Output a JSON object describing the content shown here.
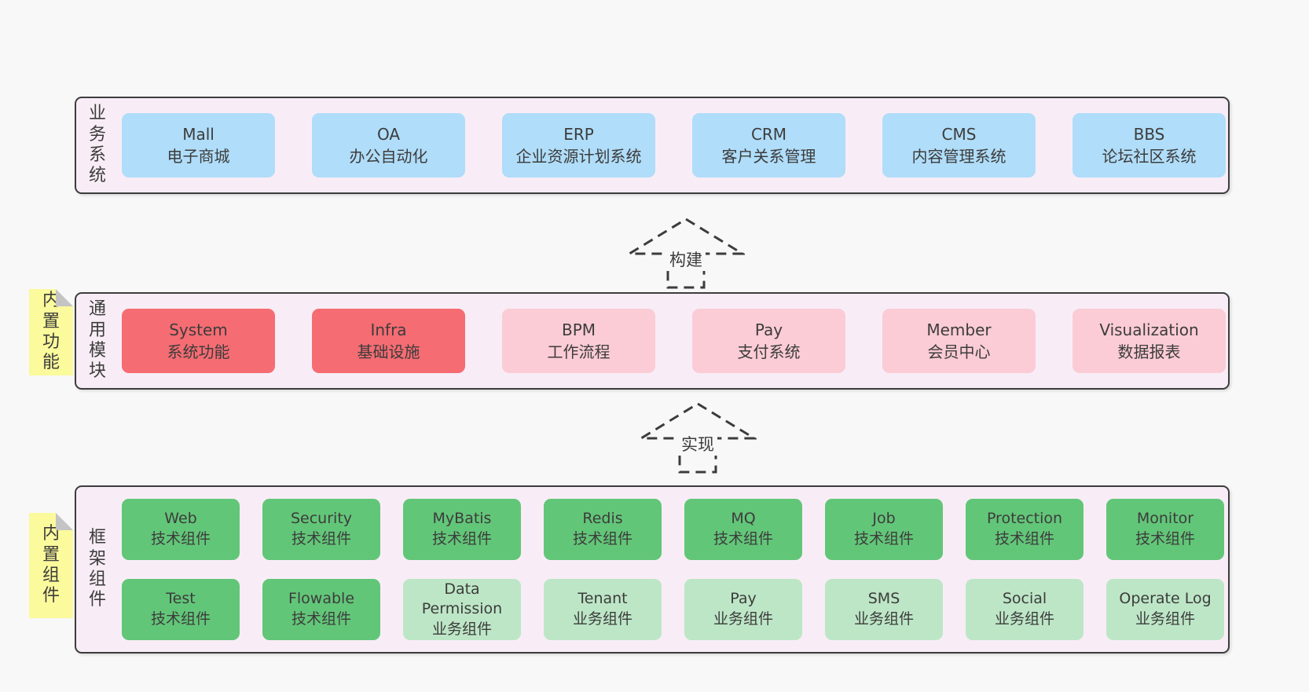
{
  "diagram": {
    "panels": [
      {
        "id": "business-systems",
        "label": "业务系统",
        "boxes": [
          {
            "title": "Mall",
            "subtitle": "电子商城",
            "variant": "blue"
          },
          {
            "title": "OA",
            "subtitle": "办公自动化",
            "variant": "blue"
          },
          {
            "title": "ERP",
            "subtitle": "企业资源计划系统",
            "variant": "blue"
          },
          {
            "title": "CRM",
            "subtitle": "客户关系管理",
            "variant": "blue"
          },
          {
            "title": "CMS",
            "subtitle": "内容管理系统",
            "variant": "blue"
          },
          {
            "title": "BBS",
            "subtitle": "论坛社区系统",
            "variant": "blue"
          }
        ]
      },
      {
        "id": "common-modules",
        "label": "通用模块",
        "sticky_note": "内置功能",
        "boxes": [
          {
            "title": "System",
            "subtitle": "系统功能",
            "variant": "red"
          },
          {
            "title": "Infra",
            "subtitle": "基础设施",
            "variant": "red"
          },
          {
            "title": "BPM",
            "subtitle": "工作流程",
            "variant": "pink"
          },
          {
            "title": "Pay",
            "subtitle": "支付系统",
            "variant": "pink"
          },
          {
            "title": "Member",
            "subtitle": "会员中心",
            "variant": "pink"
          },
          {
            "title": "Visualization",
            "subtitle": "数据报表",
            "variant": "pink"
          }
        ]
      },
      {
        "id": "framework-components",
        "label": "框架组件",
        "sticky_note": "内置组件",
        "boxes": [
          {
            "title": "Web",
            "subtitle": "技术组件",
            "variant": "green"
          },
          {
            "title": "Security",
            "subtitle": "技术组件",
            "variant": "green"
          },
          {
            "title": "MyBatis",
            "subtitle": "技术组件",
            "variant": "green"
          },
          {
            "title": "Redis",
            "subtitle": "技术组件",
            "variant": "green"
          },
          {
            "title": "MQ",
            "subtitle": "技术组件",
            "variant": "green"
          },
          {
            "title": "Job",
            "subtitle": "技术组件",
            "variant": "green"
          },
          {
            "title": "Protection",
            "subtitle": "技术组件",
            "variant": "green"
          },
          {
            "title": "Monitor",
            "subtitle": "技术组件",
            "variant": "green"
          },
          {
            "title": "Test",
            "subtitle": "技术组件",
            "variant": "green"
          },
          {
            "title": "Flowable",
            "subtitle": "技术组件",
            "variant": "green"
          },
          {
            "title": "Data Permission",
            "subtitle": "业务组件",
            "variant": "light-green"
          },
          {
            "title": "Tenant",
            "subtitle": "业务组件",
            "variant": "light-green"
          },
          {
            "title": "Pay",
            "subtitle": "业务组件",
            "variant": "light-green"
          },
          {
            "title": "SMS",
            "subtitle": "业务组件",
            "variant": "light-green"
          },
          {
            "title": "Social",
            "subtitle": "业务组件",
            "variant": "light-green"
          },
          {
            "title": "Operate Log",
            "subtitle": "业务组件",
            "variant": "light-green"
          }
        ]
      }
    ],
    "arrows": [
      {
        "label": "构建"
      },
      {
        "label": "实现"
      }
    ]
  },
  "colors": {
    "page_bg": "#f8f8f8",
    "panel_bg": "#f8edf6",
    "panel_border": "#3d3d3d",
    "business_box": "#b0ddf9",
    "core_module_box": "#f56c72",
    "optional_module_box": "#fbccd5",
    "tech_component_box": "#62c678",
    "biz_component_box": "#bde6c6",
    "sticky_note": "#fbfa9c",
    "note_fold": "#c4c4c4",
    "text": "#3c3c3c"
  }
}
